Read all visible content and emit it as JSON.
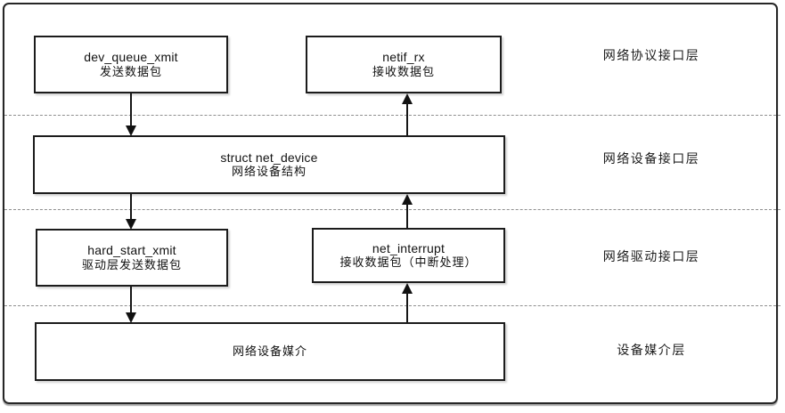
{
  "diagram": {
    "boxes": {
      "dev_queue_xmit": {
        "title": "dev_queue_xmit",
        "subtitle": "发送数据包"
      },
      "netif_rx": {
        "title": "netif_rx",
        "subtitle": "接收数据包"
      },
      "net_device": {
        "title": "struct net_device",
        "subtitle": "网络设备结构"
      },
      "hard_start_xmit": {
        "title": "hard_start_xmit",
        "subtitle": "驱动层发送数据包"
      },
      "net_interrupt": {
        "title": "net_interrupt",
        "subtitle": "接收数据包（中断处理）"
      },
      "medium": {
        "title": "网络设备媒介"
      }
    },
    "layers": {
      "protocol": "网络协议接口层",
      "device": "网络设备接口层",
      "driver": "网络驱动接口层",
      "medium": "设备媒介层"
    },
    "colors": {
      "line": "#1c1c1c",
      "dashed_separator": "#8f8f8f",
      "background": "#ffffff",
      "text": "#111111"
    }
  }
}
